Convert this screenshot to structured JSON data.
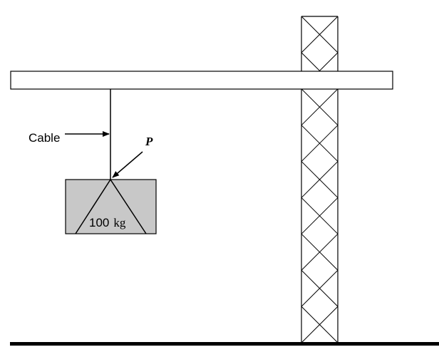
{
  "labels": {
    "cable": "Cable",
    "force": "P",
    "mass_value": "100",
    "mass_unit": "kg"
  },
  "colors": {
    "line": "#000000",
    "block_fill": "#c8c8c8",
    "background": "#ffffff"
  }
}
